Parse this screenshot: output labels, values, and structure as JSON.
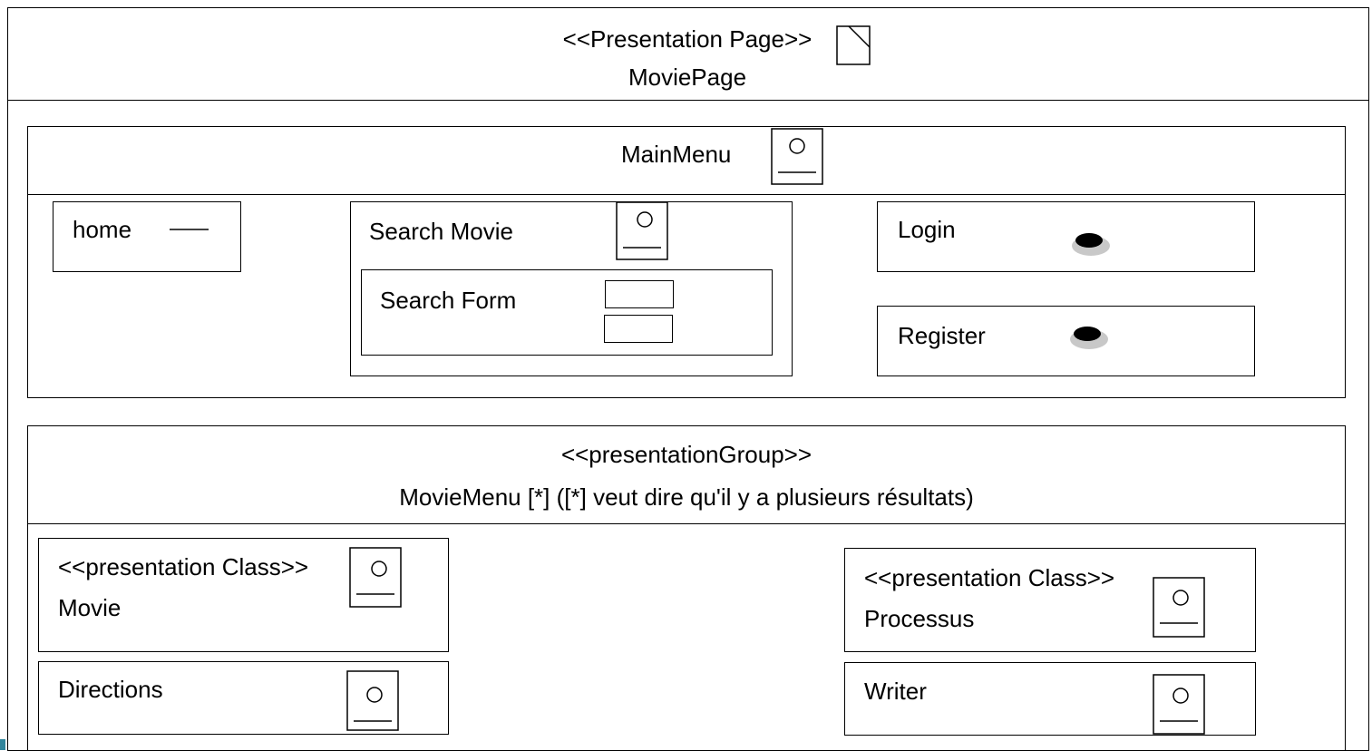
{
  "page": {
    "stereotype": "<<Presentation Page>>",
    "name": "MoviePage"
  },
  "main_menu": {
    "title": "MainMenu",
    "home": {
      "label": "home"
    },
    "search_movie": {
      "label": "Search Movie",
      "search_form": {
        "label": "Search Form"
      }
    },
    "login": {
      "label": "Login"
    },
    "register": {
      "label": "Register"
    }
  },
  "movie_menu": {
    "stereotype": "<<presentationGroup>>",
    "title": "MovieMenu [*] ([*] veut dire qu'il y a plusieurs résultats)",
    "movie": {
      "stereotype": "<<presentation Class>>",
      "name": "Movie"
    },
    "processus": {
      "stereotype": "<<presentation Class>>",
      "name": "Processus"
    },
    "directions": {
      "label": "Directions"
    },
    "writer": {
      "label": "Writer"
    }
  }
}
